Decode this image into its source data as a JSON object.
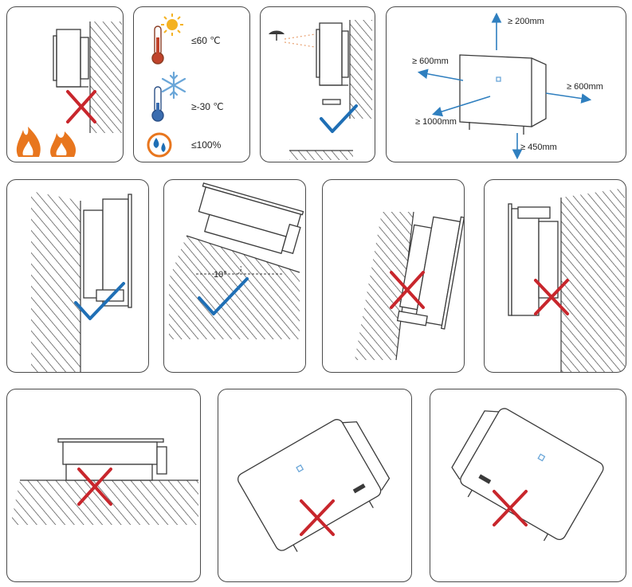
{
  "environment": {
    "max_temperature": "≤60 ℃",
    "min_temperature": "≥-30 ℃",
    "humidity": "≤100%"
  },
  "clearance": {
    "top": "≥ 200mm",
    "left": "≥ 600mm",
    "right": "≥ 600mm",
    "front": "≥ 1000mm",
    "bottom": "≥ 450mm"
  },
  "tilt": {
    "angle_label": "10°"
  },
  "colors": {
    "check": "#1f6fb5",
    "cross": "#c8262c",
    "flame": "#e8761e",
    "arrow": "#2f7fbf",
    "outline": "#3a3a3a"
  }
}
